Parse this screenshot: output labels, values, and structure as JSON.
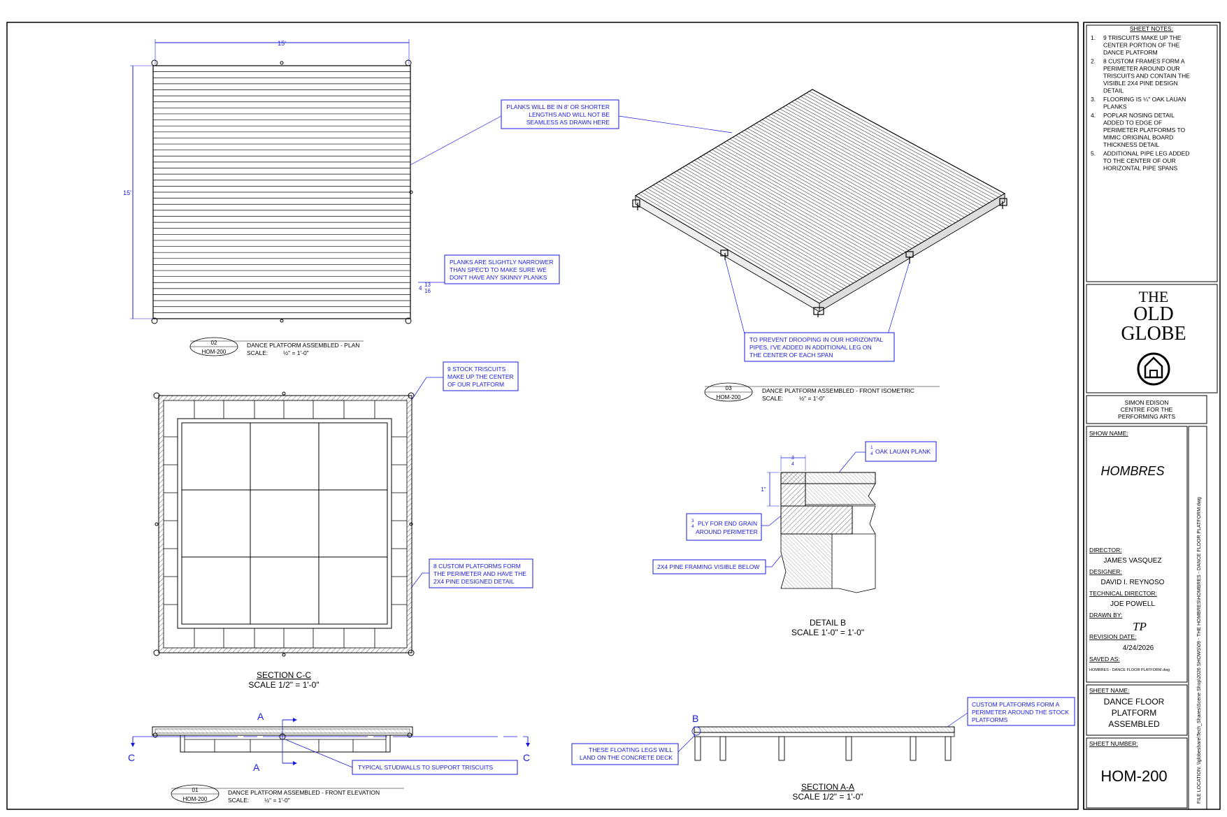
{
  "colors": {
    "annotation": "#1a1adf",
    "line": "#000000"
  },
  "plan": {
    "dim_width": "15'",
    "dim_height": "15'",
    "dim_small_a": "13",
    "dim_small_b": "4",
    "dim_small_c": "16",
    "view_number": "02",
    "sheet_ref": "HOM-200",
    "title": "DANCE PLATFORM ASSEMBLED - PLAN",
    "scale_label": "SCALE:",
    "scale_value": "½\" = 1'-0\""
  },
  "notes_plan": {
    "planks_length": [
      "PLANKS WILL BE IN 8' OR SHORTER",
      "LENGTHS AND WILL NOT BE",
      "SEAMLESS AS DRAWN HERE"
    ],
    "planks_narrow": [
      "PLANKS ARE SLIGHTLY NARROWER",
      "THAN SPEC'D TO MAKE SURE WE",
      "DON'T HAVE ANY SKINNY PLANKS"
    ]
  },
  "iso": {
    "view_number": "03",
    "sheet_ref": "HOM-200",
    "title": "DANCE PLATFORM ASSEMBLED - FRONT ISOMETRIC",
    "scale_label": "SCALE:",
    "scale_value": "½\" = 1'-0\"",
    "note": [
      "TO PREVENT DROOPING IN OUR HORIZONTAL",
      "PIPES, I'VE ADDED IN ADDITIONAL LEG ON",
      "THE CENTER OF EACH SPAN"
    ]
  },
  "section_cc": {
    "note_triscuits": [
      "9 STOCK TRISCUITS",
      "MAKE UP THE CENTER",
      "OF OUR PLATFORM"
    ],
    "note_custom": [
      "8 CUSTOM PLATFORMS FORM",
      "THE PERIMETER AND HAVE THE",
      "2X4 PINE DESIGNED DETAIL"
    ],
    "title": "SECTION C-C",
    "scale": "SCALE 1/2\" = 1'-0\""
  },
  "detail_b": {
    "dim_top_num": "3",
    "dim_top_den": "4",
    "dim_side": "1\"",
    "note_lauan_num": "1",
    "note_lauan_den": "4",
    "note_lauan": "OAK LAUAN PLANK",
    "note_ply_num": "3",
    "note_ply_den": "4",
    "note_ply": [
      "PLY FOR END GRAIN",
      "AROUND PERIMETER"
    ],
    "note_pine": "2X4 PINE FRAMING VISIBLE BELOW",
    "title": "DETAIL B",
    "scale": "SCALE 1'-0\" = 1'-0\""
  },
  "elevation": {
    "label_a_top": "A",
    "label_a_bottom": "A",
    "label_c_left": "C",
    "label_c_right": "C",
    "note": "TYPICAL STUDWALLS TO SUPPORT TRISCUITS",
    "view_number": "01",
    "sheet_ref": "HOM-200",
    "title": "DANCE PLATFORM ASSEMBLED - FRONT ELEVATION",
    "scale_label": "SCALE:",
    "scale_value": "½\" = 1'-0\""
  },
  "section_aa": {
    "label_b": "B",
    "note_legs": [
      "THESE FLOATING LEGS WILL",
      "LAND ON THE CONCRETE DECK"
    ],
    "note_custom": [
      "CUSTOM PLATFORMS FORM A",
      "PERIMETER AROUND THE STOCK",
      "PLATFORMS"
    ],
    "title": "SECTION A-A",
    "scale": "SCALE 1/2\" = 1'-0\""
  },
  "title_block": {
    "sheet_notes_heading": "SHEET NOTES:",
    "sheet_notes": [
      {
        "num": "1.",
        "lines": [
          "9 TRISCUITS MAKE UP THE",
          "CENTER PORTION OF THE",
          "DANCE PLATFORM"
        ]
      },
      {
        "num": "2.",
        "lines": [
          "8 CUSTOM FRAMES FORM A",
          "PERIMETER AROUND OUR",
          "TRISCUITS AND CONTAIN THE",
          "VISIBLE 2X4 PINE DESIGN",
          "DETAIL"
        ]
      },
      {
        "num": "3.",
        "lines": [
          "FLOORING IS ¼\" OAK LAUAN",
          "PLANKS"
        ]
      },
      {
        "num": "4.",
        "lines": [
          "POPLAR NOSING DETAIL",
          "ADDED TO EDGE OF",
          "PERIMETER PLATFORMS TO",
          "MIMIC ORIGINAL BOARD",
          "THICKNESS DETAIL"
        ]
      },
      {
        "num": "5.",
        "lines": [
          "ADDITIONAL PIPE LEG ADDED",
          "TO THE CENTER OF OUR",
          "HORIZONTAL PIPE SPANS"
        ]
      }
    ],
    "logo_line1": "THE",
    "logo_line2": "OLD",
    "logo_line3": "GLOBE",
    "venue": [
      "SIMON EDISON",
      "CENTRE FOR THE",
      "PERFORMING ARTS"
    ],
    "show_name_label": "SHOW NAME:",
    "show_name": "HOMBRES",
    "director_label": "DIRECTOR:",
    "director": "JAMES VASQUEZ",
    "designer_label": "DESIGNER:",
    "designer": "DAVID I. REYNOSO",
    "td_label": "TECHNICAL DIRECTOR:",
    "td": "JOE POWELL",
    "drawn_by_label": "DRAWN BY:",
    "drawn_by_initials": "TP",
    "revision_label": "REVISION DATE:",
    "revision_date": "4/24/2026",
    "saved_as_label": "SAVED AS:",
    "saved_as": "HOMBRES - DANCE FLOOR PLATFORM.dwg",
    "sheet_name_label": "SHEET NAME:",
    "sheet_name": [
      "DANCE FLOOR",
      "PLATFORM",
      "ASSEMBLED"
    ],
    "sheet_number_label": "SHEET NUMBER:",
    "sheet_number": "HOM-200",
    "file_location": "FILE LOCATION: \\\\globeshare\\Tech_Shares\\Scene Shop\\2026 SHOWS\\09 - THE HOMBRES\\HOMBRES - DANCE FLOOR PLATFORM.dwg"
  }
}
